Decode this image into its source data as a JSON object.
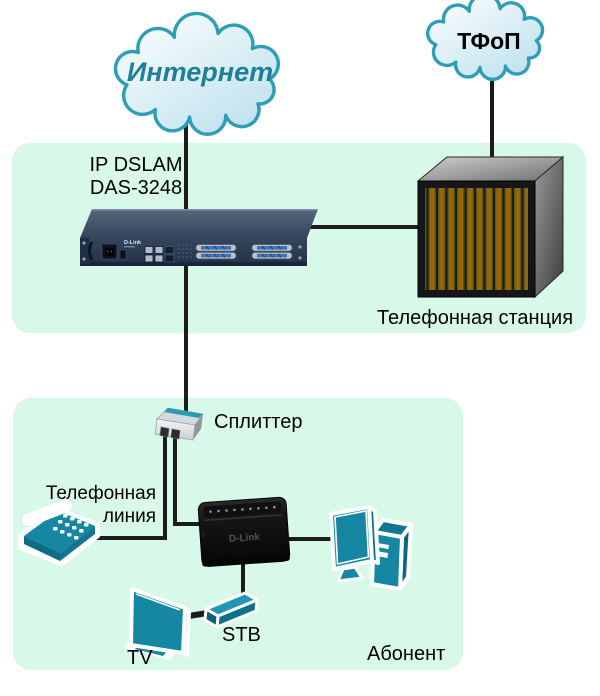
{
  "labels": {
    "internet": "Интернет",
    "pstn": "ТФоП",
    "dslam_line1": "IP DSLAM",
    "dslam_line2": "DAS-3248",
    "station": "Телефонная станция",
    "splitter": "Сплиттер",
    "phone_line1": "Телефонная",
    "phone_line2": "линия",
    "stb": "STB",
    "tv": "TV",
    "subscriber": "Абонент",
    "brand": "D-Link"
  },
  "colors": {
    "zone_background": "#d8f8e9",
    "connection_line": "#1c1c1c",
    "device_teal": "#1687a2",
    "cloud_border": "#2d9db8",
    "internet_text": "#1f7f99",
    "telco_connector_blue": "#3f74b8",
    "station_stripe_orange": "#96660a"
  }
}
